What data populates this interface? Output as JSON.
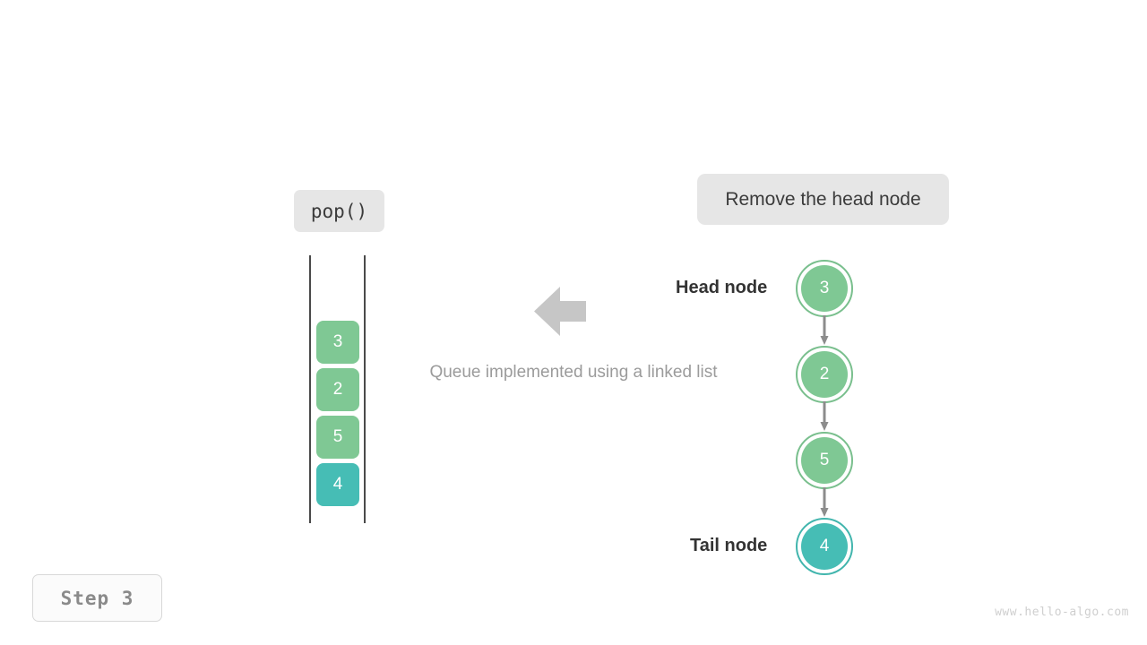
{
  "operation": {
    "label": "pop()"
  },
  "action_caption": {
    "text": "Remove the head node"
  },
  "structure_caption": {
    "text": "Queue implemented using a linked list"
  },
  "flow_arrow": {
    "icon": "arrow-left-icon",
    "color": "#c6c6c6"
  },
  "queue": {
    "cells": [
      {
        "value": "3",
        "color": "#7fc894"
      },
      {
        "value": "2",
        "color": "#7fc894"
      },
      {
        "value": "5",
        "color": "#7fc894"
      },
      {
        "value": "4",
        "color": "#46bdb5"
      }
    ],
    "rail_color": "#4a4a4a"
  },
  "linked_list": {
    "nodes": [
      {
        "value": "3",
        "fill": "#7fc894",
        "ring": "#79bf8d"
      },
      {
        "value": "2",
        "fill": "#7fc894",
        "ring": "#79bf8d"
      },
      {
        "value": "5",
        "fill": "#7fc894",
        "ring": "#79bf8d"
      },
      {
        "value": "4",
        "fill": "#46bdb5",
        "ring": "#41b5ad"
      }
    ],
    "link_color": "#8c8c8c",
    "head_label": "Head node",
    "tail_label": "Tail node"
  },
  "step_badge": {
    "text": "Step 3"
  },
  "watermark": {
    "text": "www.hello-algo.com"
  }
}
